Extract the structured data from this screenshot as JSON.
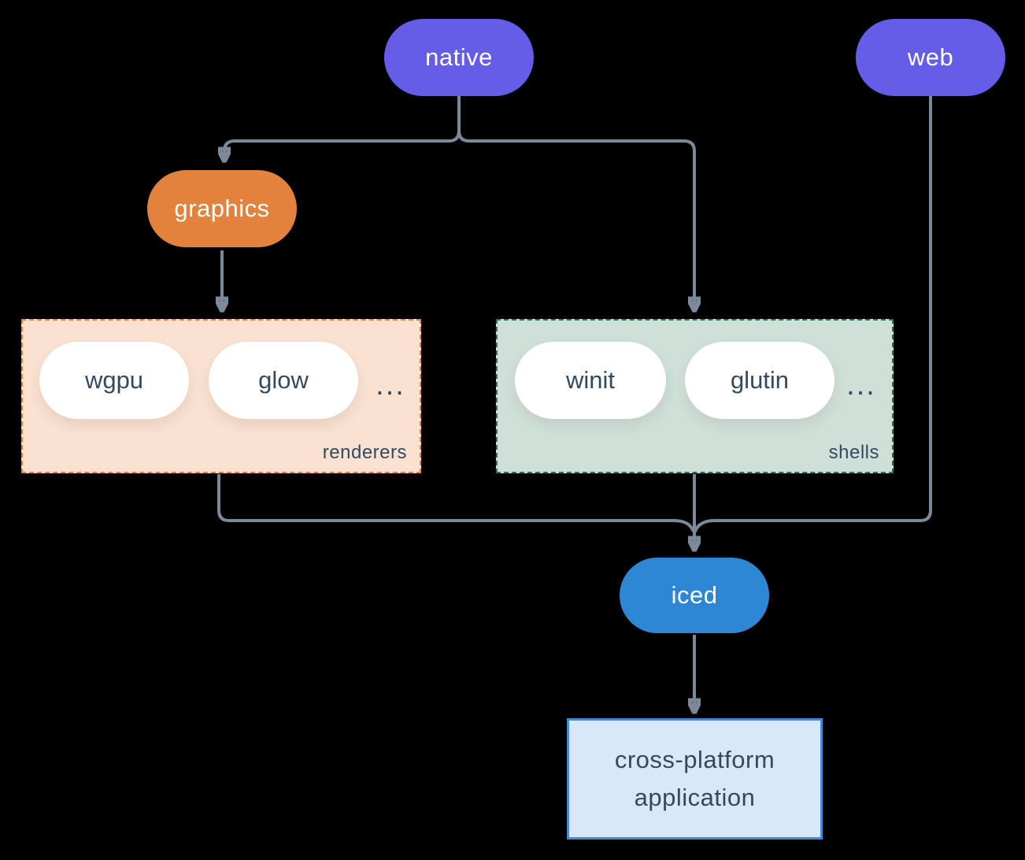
{
  "nodes": {
    "native": {
      "label": "native"
    },
    "web": {
      "label": "web"
    },
    "graphics": {
      "label": "graphics"
    },
    "iced": {
      "label": "iced"
    },
    "application": {
      "line1": "cross-platform",
      "line2": "application"
    }
  },
  "groups": {
    "renderers": {
      "label": "renderers",
      "items": [
        "wgpu",
        "glow"
      ],
      "ellipsis": "..."
    },
    "shells": {
      "label": "shells",
      "items": [
        "winit",
        "glutin"
      ],
      "ellipsis": "..."
    }
  },
  "colors": {
    "native_web_pill": "#655ce7",
    "graphics_pill": "#e2823d",
    "iced_pill": "#2d87d5",
    "renderers_fill": "#f9e2d2",
    "renderers_border": "#e0823c",
    "shells_fill": "#cfe0d9",
    "shells_border": "#2e6f62",
    "application_fill": "#d8e8f8",
    "application_border": "#3f8bd9",
    "connector": "#7b899b",
    "dark_text": "#334a5e",
    "background": "#000000"
  }
}
